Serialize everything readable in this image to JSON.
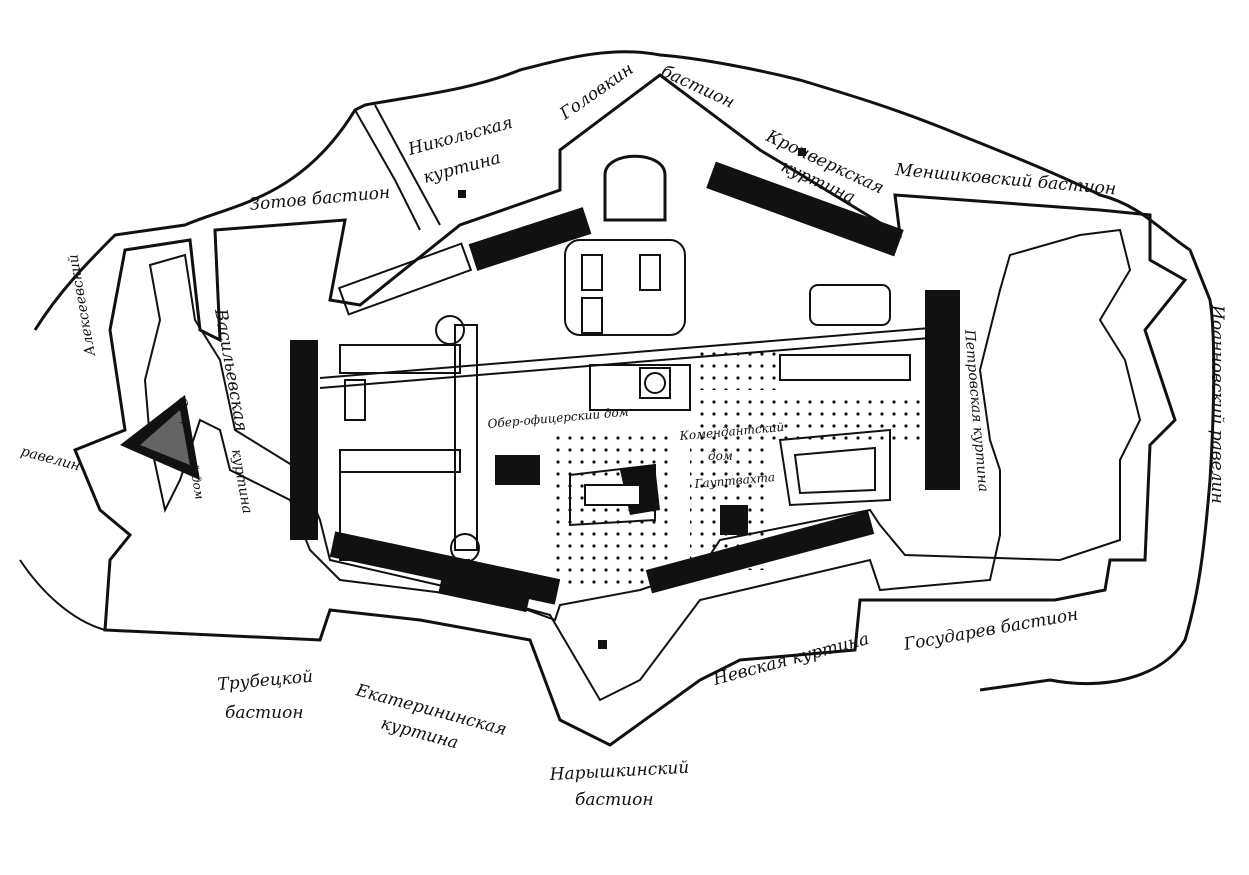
{
  "labels": {
    "zotov_bastion": "Зотов бастион",
    "nikolskaya_1": "Никольская",
    "nikolskaya_2": "куртина",
    "golovkin_1": "Головкин",
    "golovkin_2": "бастион",
    "kronverk_1": "Кронверкская",
    "kronverk_2": "куртина",
    "menshikov_bastion": "Меншиковский бастион",
    "vasilievskaya_1": "Васильевская",
    "vasilievskaya_2": "куртина",
    "alekseevsky_1": "Алексеевский",
    "alekseevsky_2": "равелин",
    "ioannovsky_ravelin": "Иоанновский равелин",
    "petrovskaya_curtain": "Петровская куртина",
    "ober_officers_house": "Обер-офицерский дом",
    "commandant_house_1": "Комендантский",
    "commandant_house_2": "дом",
    "guardhouse": "Гауптвахта",
    "trubetskoy_1": "Трубецкой",
    "trubetskoy_2": "бастион",
    "ekaterininskaya_1": "Екатерининская",
    "ekaterininskaya_2": "куртина",
    "naryshkin_1": "Нарышкинский",
    "naryshkin_2": "бастион",
    "nevskaya_curtain": "Невская куртина",
    "gosudarev_bastion": "Государев бастион",
    "secret_house": "Секретный дом"
  }
}
